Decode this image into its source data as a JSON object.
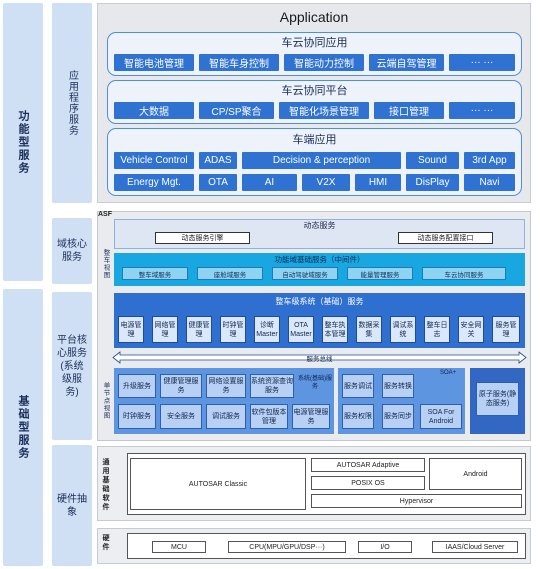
{
  "left": {
    "functional_services": "功能型服务",
    "basic_services": "基础型服务",
    "app_services": "应用程序服务",
    "domain_core": "域核心服务",
    "platform_core": "平台核心服务(系统级服务)",
    "hw_abstraction": "硬件抽象"
  },
  "top": {
    "title": "Application",
    "cloud_app": {
      "title": "车云协同应用",
      "items": [
        "智能电池管理",
        "智能车身控制",
        "智能动力控制",
        "云端自驾管理",
        "··· ···"
      ]
    },
    "cloud_platform": {
      "title": "车云协同平台",
      "items": [
        "大数据",
        "CP/SP聚合",
        "智能化场景管理",
        "接口管理",
        "··· ···"
      ]
    },
    "vehicle_app": {
      "title": "车端应用",
      "row1": [
        "Vehicle Control",
        "ADAS",
        "Decision & perception",
        "Sound",
        "3rd App"
      ],
      "row2": [
        "Energy Mgt.",
        "OTA",
        "AI",
        "V2X",
        "HMI",
        "DisPlay",
        "Navi"
      ]
    }
  },
  "middle": {
    "asf": "ASF",
    "vehicle_view": "整车视图",
    "dynamic_title": "动态服务",
    "dynamic_items": [
      "动态服务引擎",
      "动态服务配置接口"
    ],
    "domain_title": "功能域基础服务（中间件）",
    "domain_items": [
      "整车域服务",
      "座舱域服务",
      "自动驾驶域服务",
      "能量管理服务",
      "车云协同服务"
    ],
    "vehicle_level_title": "整车级系统（基础）服务",
    "vehicle_level_items": [
      "电源管理",
      "网络管理",
      "健康管理",
      "时钟管理",
      "诊断Master",
      "OTA Master",
      "整车执本管理",
      "数据采集",
      "调试系统",
      "整车日志",
      "安全网关",
      "服务管理"
    ],
    "bus": "服务总线",
    "node_view": "单节点视图",
    "system_base_label": "系统(基础)服务",
    "system_items_row1": [
      "升级服务",
      "健康管理服务",
      "网络设置服务",
      "系统资源查询服务"
    ],
    "system_items_row2": [
      "时钟服务",
      "安全服务",
      "调试服务",
      "软件包版本管理",
      "电源管理服务"
    ],
    "soa_label": "SOA+",
    "soa_items_row1": [
      "服务调试",
      "服务转换"
    ],
    "soa_items_row2": [
      "服务权限",
      "服务同步",
      "SOA For Android"
    ],
    "atomic": "原子服务(静态服务)"
  },
  "bottom": {
    "general_sw_label": "通用基础软件",
    "autosar_classic": "AUTOSAR Classic",
    "autosar_adaptive": "AUTOSAR Adaptive",
    "posix": "POSIX OS",
    "android": "Android",
    "hypervisor": "Hypervisor",
    "hw_label": "硬件",
    "hw_items": [
      "MCU",
      "CPU(MPU/GPU/DSP···)",
      "I/O",
      "IAAS/Cloud Server"
    ]
  }
}
